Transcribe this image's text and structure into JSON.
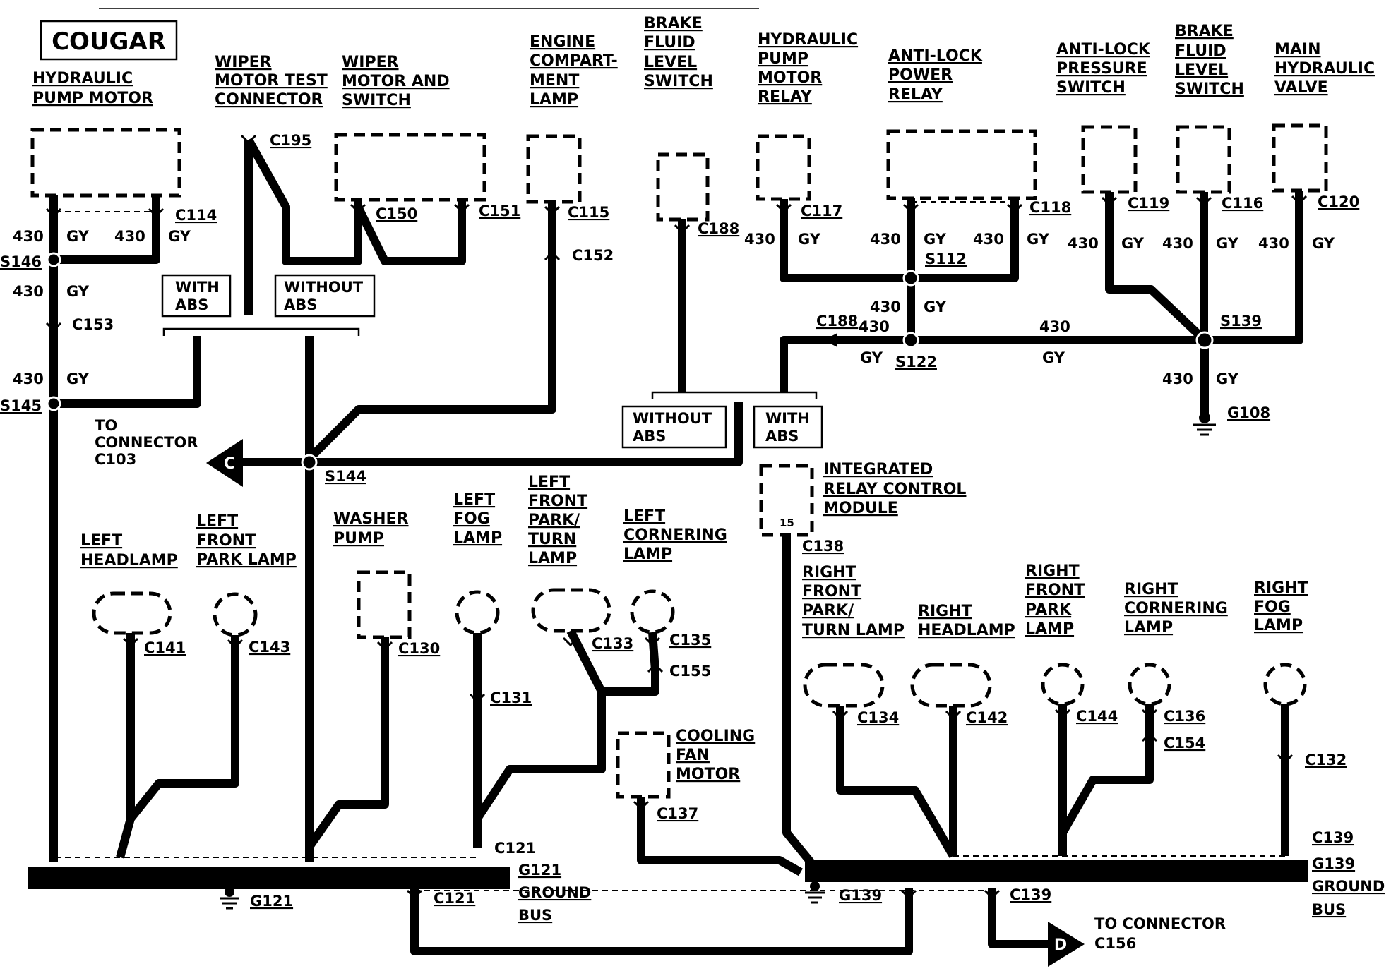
{
  "title": "COUGAR",
  "components": {
    "hydraulic_pump_motor": [
      "HYDRAULIC",
      "PUMP MOTOR"
    ],
    "wiper_motor_test_connector": [
      "WIPER",
      "MOTOR TEST",
      "CONNECTOR"
    ],
    "wiper_motor_and_switch": [
      "WIPER",
      "MOTOR AND",
      "SWITCH"
    ],
    "engine_compartment_lamp": [
      "ENGINE",
      "COMPART-",
      "MENT",
      "LAMP"
    ],
    "brake_fluid_level_switch_1": [
      "BRAKE",
      "FLUID",
      "LEVEL",
      "SWITCH"
    ],
    "hydraulic_pump_motor_relay": [
      "HYDRAULIC",
      "PUMP",
      "MOTOR",
      "RELAY"
    ],
    "anti_lock_power_relay": [
      "ANTI-LOCK",
      "POWER",
      "RELAY"
    ],
    "anti_lock_pressure_switch": [
      "ANTI-LOCK",
      "PRESSURE",
      "SWITCH"
    ],
    "brake_fluid_level_switch_2": [
      "BRAKE",
      "FLUID",
      "LEVEL",
      "SWITCH"
    ],
    "main_hydraulic_valve": [
      "MAIN",
      "HYDRAULIC",
      "VALVE"
    ],
    "integrated_relay_control_module": [
      "INTEGRATED",
      "RELAY CONTROL",
      "MODULE"
    ],
    "left_headlamp": [
      "LEFT",
      "HEADLAMP"
    ],
    "left_front_park_lamp": [
      "LEFT",
      "FRONT",
      "PARK LAMP"
    ],
    "washer_pump": [
      "WASHER",
      "PUMP"
    ],
    "left_fog_lamp": [
      "LEFT",
      "FOG",
      "LAMP"
    ],
    "left_front_park_turn_lamp": [
      "LEFT",
      "FRONT",
      "PARK/",
      "TURN",
      "LAMP"
    ],
    "left_cornering_lamp": [
      "LEFT",
      "CORNERING",
      "LAMP"
    ],
    "cooling_fan_motor": [
      "COOLING",
      "FAN",
      "MOTOR"
    ],
    "right_front_park_turn_lamp": [
      "RIGHT",
      "FRONT",
      "PARK/",
      "TURN LAMP"
    ],
    "right_headlamp": [
      "RIGHT",
      "HEADLAMP"
    ],
    "right_front_park_lamp": [
      "RIGHT",
      "FRONT",
      "PARK",
      "LAMP"
    ],
    "right_cornering_lamp": [
      "RIGHT",
      "CORNERING",
      "LAMP"
    ],
    "right_fog_lamp": [
      "RIGHT",
      "FOG",
      "LAMP"
    ]
  },
  "option_boxes": {
    "with_abs": [
      "WITH",
      "ABS"
    ],
    "without_abs": [
      "WITHOUT",
      "ABS"
    ]
  },
  "wire": {
    "circuit": "430",
    "color": "GY"
  },
  "connectors": {
    "c114": "C114",
    "c195": "C195",
    "c150": "C150",
    "c151": "C151",
    "c115": "C115",
    "c152": "C152",
    "c188": "C188",
    "c117": "C117",
    "c118": "C118",
    "c119": "C119",
    "c116": "C116",
    "c120": "C120",
    "c153": "C153",
    "c138": "C138",
    "c141": "C141",
    "c143": "C143",
    "c130": "C130",
    "c131": "C131",
    "c133": "C133",
    "c135": "C135",
    "c155": "C155",
    "c137": "C137",
    "c134": "C134",
    "c142": "C142",
    "c144": "C144",
    "c136": "C136",
    "c154": "C154",
    "c132": "C132",
    "c121": "C121",
    "c139": "C139"
  },
  "pin_15": "15",
  "splices": {
    "s146": "S146",
    "s145": "S145",
    "s144": "S144",
    "s112": "S112",
    "s122": "S122",
    "s139": "S139"
  },
  "grounds": {
    "g108": "G108",
    "g121": "G121",
    "g139": "G139"
  },
  "ground_bus_labels": {
    "left": [
      "G121",
      "GROUND",
      "BUS"
    ],
    "right": [
      "G139",
      "GROUND",
      "BUS"
    ]
  },
  "offpage": {
    "c103": {
      "letter": "C",
      "label": [
        "TO",
        "CONNECTOR",
        "C103"
      ]
    },
    "c156": {
      "letter": "D",
      "label": [
        "TO CONNECTOR",
        "C156"
      ]
    }
  }
}
